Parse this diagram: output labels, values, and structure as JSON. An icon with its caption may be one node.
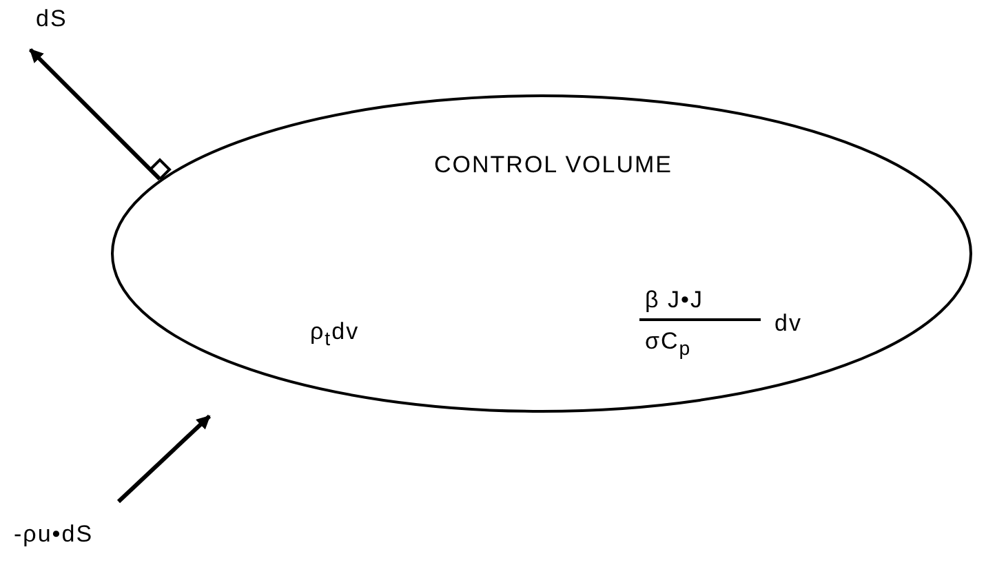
{
  "diagram": {
    "nodes": [
      {
        "text": [
          "CONTROL VOLUME",
          "ρ$_{t}$dv",
          "β J•J",
          "σC$_{p}$",
          "dv"
        ]
      }
    ],
    "labels": [
      "dS",
      "-ρu•dS"
    ]
  }
}
